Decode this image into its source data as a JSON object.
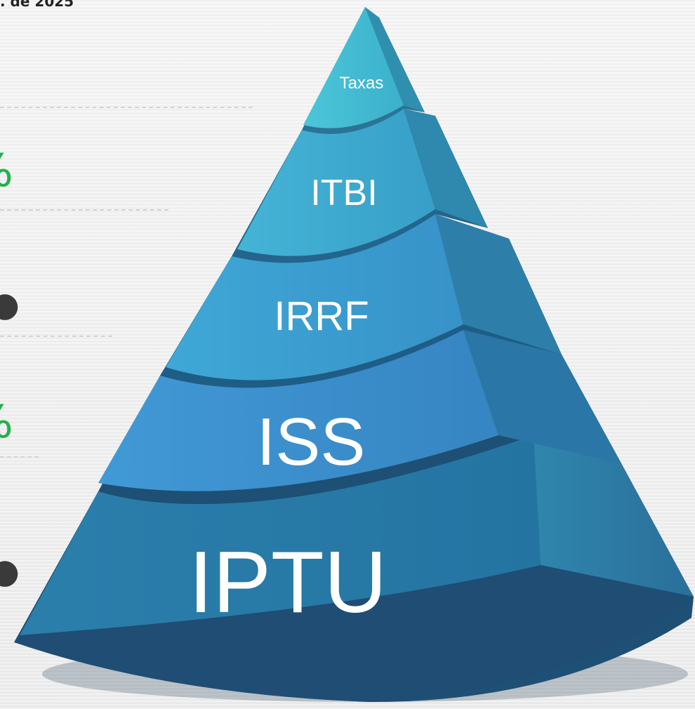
{
  "header": {
    "title": ". de 2025"
  },
  "left_panel": {
    "glyphs": [
      "%",
      "%"
    ]
  },
  "pyramid": {
    "tiers": [
      {
        "label": "Taxas"
      },
      {
        "label": "ITBI"
      },
      {
        "label": "IRRF"
      },
      {
        "label": "ISS"
      },
      {
        "label": "IPTU"
      }
    ],
    "colors": {
      "tier1_front": "#45bdd3",
      "tier2_front": "#3fadd1",
      "tier3_front": "#3ba0d1",
      "tier4_front": "#3f94d2",
      "tier5_front": "#2a7fb0",
      "side": "#2e83a8",
      "shadow": "#1b4a6b"
    }
  }
}
